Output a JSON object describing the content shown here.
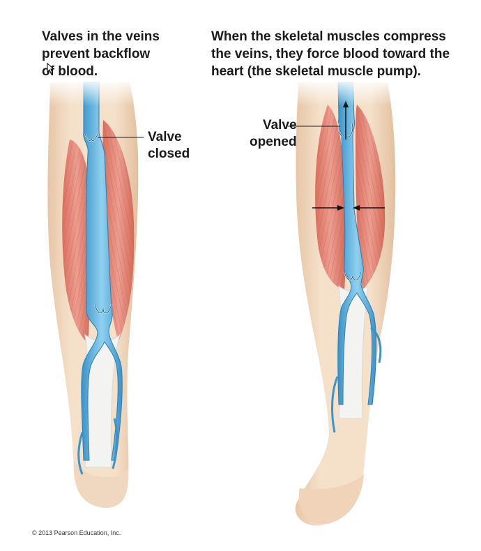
{
  "left_panel": {
    "caption": "Valves in the veins\nprevent backflow\nof blood.",
    "valve_label": "Valve\nclosed"
  },
  "right_panel": {
    "caption": "When the skeletal muscles compress\nthe veins, they force blood toward the\nheart (the skeletal muscle pump).",
    "valve_label": "Valve\nopened"
  },
  "copyright": "© 2013 Pearson Education, Inc.",
  "colors": {
    "skin": "#f3dcc4",
    "skin_shadow": "#e4c2a2",
    "muscle": "#e2867a",
    "muscle_dark": "#c9604f",
    "vein": "#5fb4e0",
    "vein_dark": "#2f86bf",
    "tendon": "#f2f2f0"
  }
}
